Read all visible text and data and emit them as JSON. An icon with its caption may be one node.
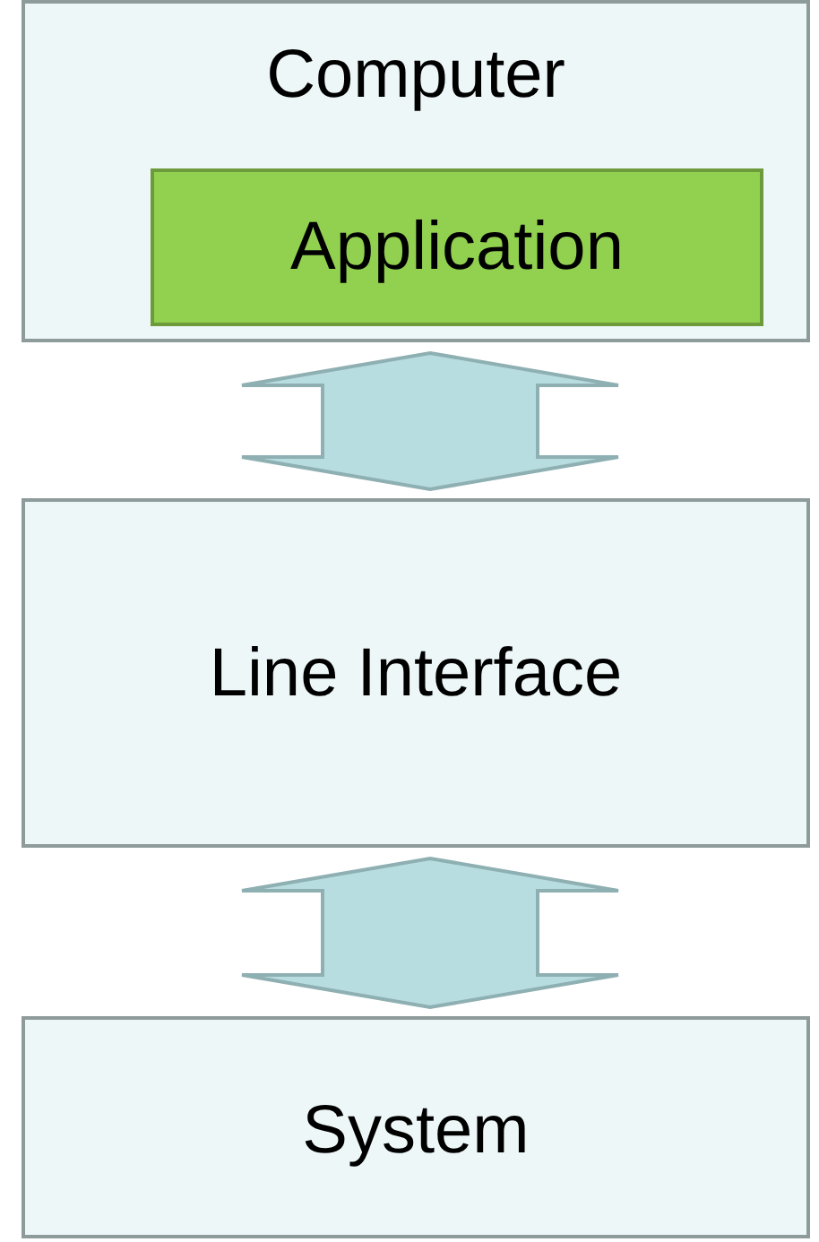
{
  "diagram": {
    "nodes": [
      {
        "text": [
          "Computer"
        ]
      },
      {
        "text": [
          "Application"
        ],
        "in": 0
      },
      {
        "text": [
          "Line Interface"
        ]
      },
      {
        "text": [
          "System"
        ]
      }
    ],
    "edges": [
      {
        "from": 0,
        "to": 2,
        "arrow": "both"
      },
      {
        "from": 2,
        "to": 3,
        "arrow": "both"
      }
    ]
  }
}
